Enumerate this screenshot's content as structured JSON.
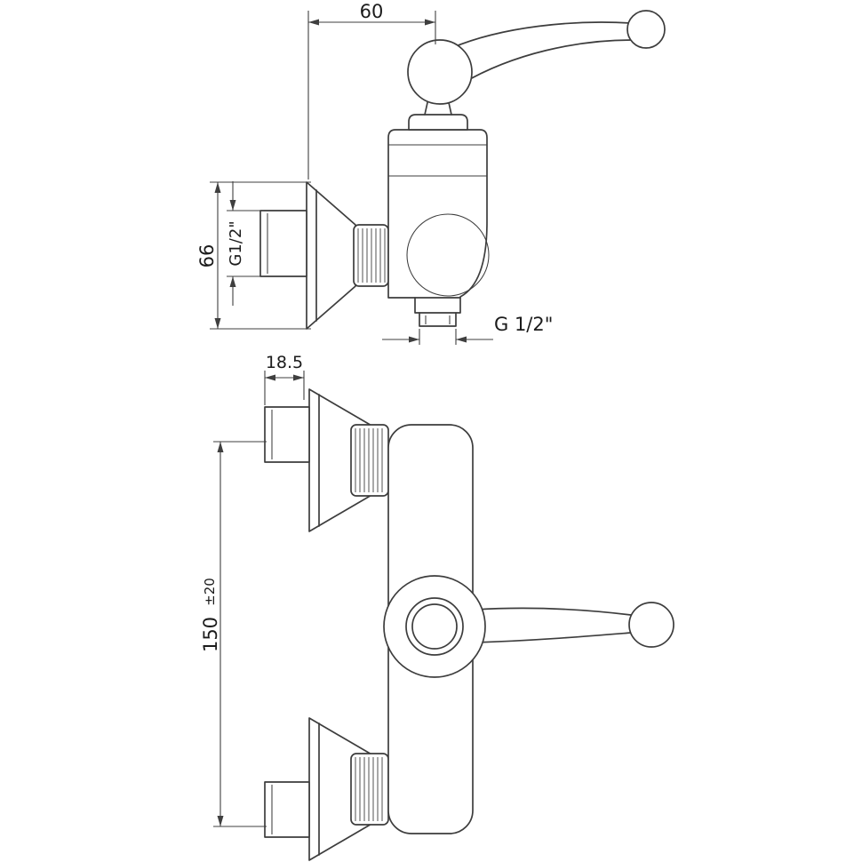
{
  "drawing": {
    "background_color": "#ffffff",
    "line_color": "#3d3d3d",
    "text_color": "#1b1b1b",
    "labels": {
      "dim_top_width": "60",
      "dim_escutcheon_height": "66",
      "thread_inlet": "G1/2\"",
      "thread_outlet": "G 1/2\"",
      "dim_nipple_projection": "18.5",
      "dim_center_distance": "150",
      "dim_center_tolerance": "±20"
    }
  }
}
